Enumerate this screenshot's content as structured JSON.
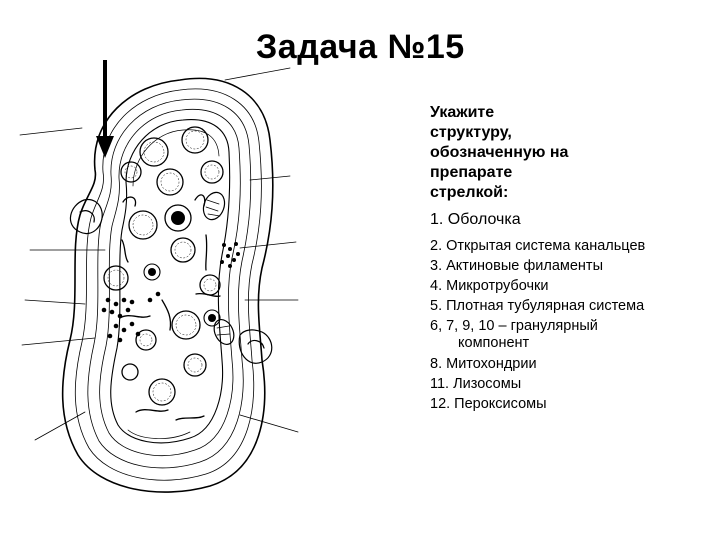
{
  "slide": {
    "title": "Задача №15"
  },
  "question": {
    "lines": [
      "Укажите",
      "структуру,",
      "обозначенную на",
      "препарате",
      "стрелкой:"
    ]
  },
  "options": [
    "1. Оболочка",
    "2. Открытая система канальцев",
    "3. Актиновые филаменты",
    "4. Микротрубочки",
    "5. Плотная тубулярная система",
    "6, 7, 9, 10 – гранулярный",
    "компонент",
    "8. Митохондрии",
    "11. Лизосомы",
    "12. Пероксисомы"
  ],
  "figure": {
    "colors": {
      "ink": "#000000",
      "background": "#ffffff"
    },
    "arrow": "down-arrow-icon"
  }
}
